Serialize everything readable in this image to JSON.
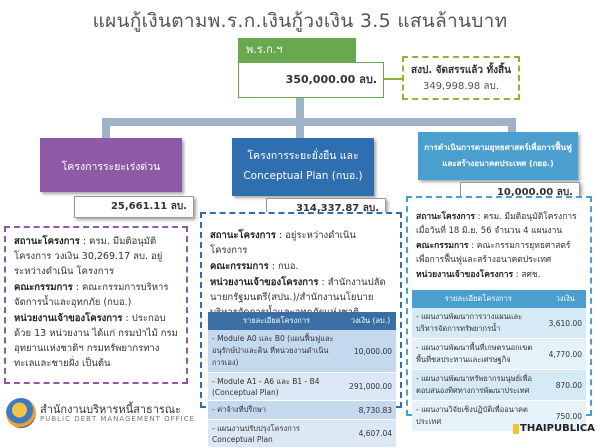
{
  "title": "แผนกู้เงินตามพ.ร.ก.เงินกู้วงเงิน 3.5 แสนล้านบาท",
  "root": {
    "label": "พ.ร.ก.ฯ",
    "amount": "350,000.00 ลบ."
  },
  "approved": {
    "label": "สงป. จัดสรรแล้ว ทั้งสิ้น",
    "amount": "349,998.98 ลบ."
  },
  "colors": {
    "green": "#6aa84f",
    "purple": "#8e5aa5",
    "blue": "#2f6fb0",
    "teal": "#4a9fcf"
  },
  "sections": {
    "urgent": {
      "header": "โครงการระยะเร่งด่วน",
      "amount": "25,661.11 ลบ.",
      "status_label": "สถานะโครงการ",
      "status_text": ": ครม. มีมติอนุมัติโครงการ วงเงิน 30,269.17 ลบ. อยู่ระหว่างดำเนิน โครงการ",
      "committee_label": "คณะกรรมการ",
      "committee_text": ": คณะกรรมการบริหารจัดการน้ำและอุทกภัย (กบอ.)",
      "agency_label": "หน่วยงานเจ้าของโครงการ",
      "agency_text": ": ประกอบด้วย 13 หน่วยงาน ได้แก่ กรมป่าไม้ กรมอุทยานแห่งชาติฯ กรมทรัพยากรทางทะเลและชายฝั่ง เป็นต้น"
    },
    "longterm": {
      "header_line1": "โครงการระยะยั่งยืน และ",
      "header_line2": "Conceptual Plan (กบอ.)",
      "amount": "314,337.87 ลบ.",
      "status_label": "สถานะโครงการ",
      "status_text": ": อยู่ระหว่างดำเนินโครงการ",
      "committee_label": "คณะกรรมการ",
      "committee_text": ": กบอ.",
      "agency_label": "หน่วยงานเจ้าของโครงการ",
      "agency_text": ": สำนักงานปลัดนายกรัฐมนตรี(สปน.)/สำนักงานนโยบายบริหารจัดการน้ำและอุทกภัยแห่งชาติ (สบอช.)",
      "table": {
        "col1": "รายละเอียดโครงการ",
        "col2": "วงเงิน (ลบ.)",
        "rows": [
          {
            "name": "- Module A0 และ B0 (แผนฟื้นฟูและอนุรักษ์ป่าและดิน ที่หน่วยงานดำเนินการเอง)",
            "value": "10,000.00"
          },
          {
            "name": "- Module A1 - A6 และ B1 - B4 (Conceptual Plan)",
            "value": "291,000.00"
          },
          {
            "name": "- ค่าจ้างที่ปรึกษา",
            "value": "8,730.83"
          },
          {
            "name": "- แผนงานปรับปรุงโครงการ Conceptual Plan",
            "value": "4,607.04"
          }
        ]
      }
    },
    "strategy": {
      "header_line1": "การดำเนินการตามยุทธศาสตร์เพื่อการฟื้นฟู",
      "header_line2": "และสร้างอนาคตประเทศ (กยอ.)",
      "amount": "10,000.00 ลบ.",
      "status_label": "สถานะโครงการ",
      "status_text": ": ครม. มีมติอนุมัติโครงการ เมื่อวันที่ 18 มิ.ย. 56 จำนวน 4 แผนงาน",
      "committee_label": "คณะกรรมการ",
      "committee_text": ": คณะกรรมการยุทธศาสตร์เพื่อการฟื้นฟูและสร้างอนาคตประเทศ",
      "agency_label": "หน่วยงานเจ้าของโครงการ",
      "agency_text": ": สศช.",
      "table": {
        "col1": "รายละเอียดโครงการ",
        "col2": "วงเงิน",
        "rows": [
          {
            "name": "- แผนงานพัฒนาการวางแผนและบริหารจัดการทรัพยากรน้ำ",
            "value": "3,610.00"
          },
          {
            "name": "- แผนงานพัฒนาพื้นที่เกษตรนอกเขตพื้นที่ชลประทานและเศรษฐกิจ",
            "value": "4,770.00"
          },
          {
            "name": "- แผนงานพัฒนาทรัพยากรมนุษย์เพื่อตอบสนองทิศทางการพัฒนาประเทศ",
            "value": "870.00"
          },
          {
            "name": "- แผนงานวิจัยเชิงปฏิบัติเพื่ออนาคตประเทศ",
            "value": "750.00"
          }
        ]
      }
    }
  },
  "footer": {
    "org_name": "สำนักงานบริหารหนี้สาธารณะ",
    "org_sub": "PUBLIC DEBT MANAGEMENT OFFICE",
    "brand": "THAIPUBLICA"
  }
}
